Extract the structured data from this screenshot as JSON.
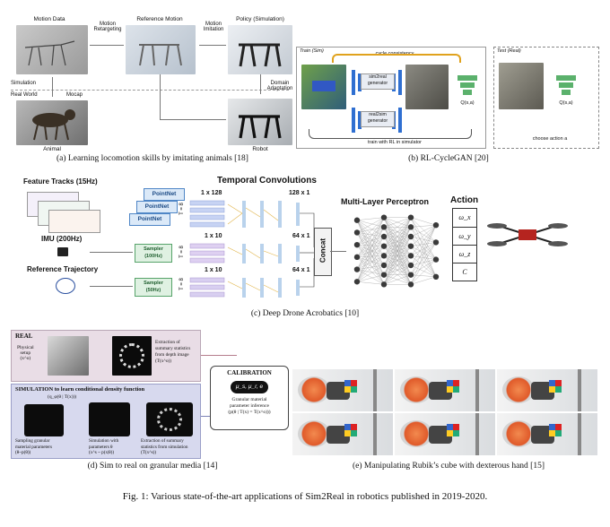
{
  "panel_a": {
    "labels": {
      "motion_data": "Motion Data",
      "motion_retargeting": "Motion\nRetargeting",
      "reference_motion": "Reference Motion",
      "motion_imitation": "Motion\nImitation",
      "policy_sim": "Policy (Simulation)",
      "simulation": "Simulation",
      "real_world": "Real World",
      "mocap": "Mocap",
      "domain_adaptation": "Domain\nAdaptation",
      "animal": "Animal",
      "robot": "Robot"
    },
    "caption": "(a) Learning locomotion skills by imitating animals [18]"
  },
  "panel_b": {
    "labels": {
      "train_sim": "Train (Sim)",
      "test_real": "Test (Real)",
      "cycle_consistency": "cycle consistency",
      "sim2real": "sim2real\ngenerator",
      "real2sim": "real2sim\ngenerator",
      "q_sa_1": "Q(s,a)",
      "q_sa_2": "Q(s,a)",
      "train_rl": "train with RL in simulator",
      "choose_action": "choose action a"
    },
    "caption": "(b) RL-CycleGAN [20]"
  },
  "panel_c": {
    "labels": {
      "feature_tracks": "Feature Tracks (15Hz)",
      "imu": "IMU (200Hz)",
      "reference_trajectory": "Reference Trajectory",
      "pointnet_1": "PointNet",
      "pointnet_2": "PointNet",
      "pointnet_3": "PointNet",
      "sampler_100": "Sampler\n(100Hz)",
      "sampler_50": "Sampler\n(50Hz)",
      "temporal_convolutions": "Temporal Convolutions",
      "t8_1": "T = 8",
      "t8_2": "T = 8",
      "t8_3": "T = 8",
      "dim_1x128": "1 x 128",
      "dim_1x10_a": "1 x 10",
      "dim_1x10_b": "1 x 10",
      "dim_128x1": "128 x 1",
      "dim_64x1_a": "64 x 1",
      "dim_64x1_b": "64 x 1",
      "concat": "Concat",
      "mlp": "Multi-Layer Perceptron",
      "action": "Action",
      "action_items": [
        "ω_x",
        "ω_y",
        "ω_z",
        "C"
      ]
    },
    "caption": "(c) Deep Drone Acrobatics [10]"
  },
  "panel_d": {
    "labels": {
      "real": "REAL",
      "physical_setup": "Physical\nsetup\n(x^o)",
      "extraction_depth": "Extraction of\nsummary statistics\nfrom depth image\n(T(x^o))",
      "simulation_title": "SIMULATION to learn conditional density function",
      "simulation_sub": "(q_φ(θ | T(x)))",
      "sampling": "Sampling granular\nmaterial parameters\n(θ~p(θ))",
      "simulation_with": "Simulation with\nparameters θ\n(x^s ~ p(x|θ))",
      "extraction_sim": "Extraction of summary\nstatistics from simulation\n(T(x^s))",
      "calibration": "CALIBRATION",
      "granular": "Granular material\nparameter inference\n(p(θ | T(x) = T(x^o)))",
      "mu_badge": "μ_s, μ_r, e"
    },
    "caption": "(d) Sim to real on granular media [14]"
  },
  "panel_e": {
    "caption": "(e) Manipulating Rubik’s cube with dexterous hand [15]"
  },
  "figure_caption": "Fig. 1: Various state-of-the-art applications of Sim2Real in robotics published in 2019-2020."
}
